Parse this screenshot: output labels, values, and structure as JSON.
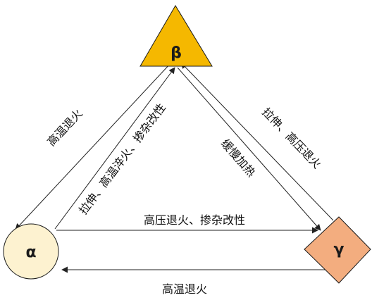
{
  "nodes": {
    "beta": {
      "label": "β",
      "fill": "#f5b800",
      "shape": "triangle"
    },
    "alpha": {
      "label": "α",
      "fill": "#fdf2d0",
      "shape": "circle"
    },
    "gamma": {
      "label": "γ",
      "fill": "#f3ad7f",
      "shape": "diamond"
    }
  },
  "edges": {
    "beta_to_alpha": "高温退火",
    "alpha_to_beta": "拉伸、高温淬火、掺杂改性",
    "beta_to_gamma": "缓慢加热",
    "gamma_to_beta": "拉伸、高压退火",
    "alpha_to_gamma": "高压退火、掺杂改性",
    "gamma_to_alpha": "高温退火"
  },
  "colors": {
    "line": "#222222",
    "node_outline": "#1a1a1a"
  }
}
